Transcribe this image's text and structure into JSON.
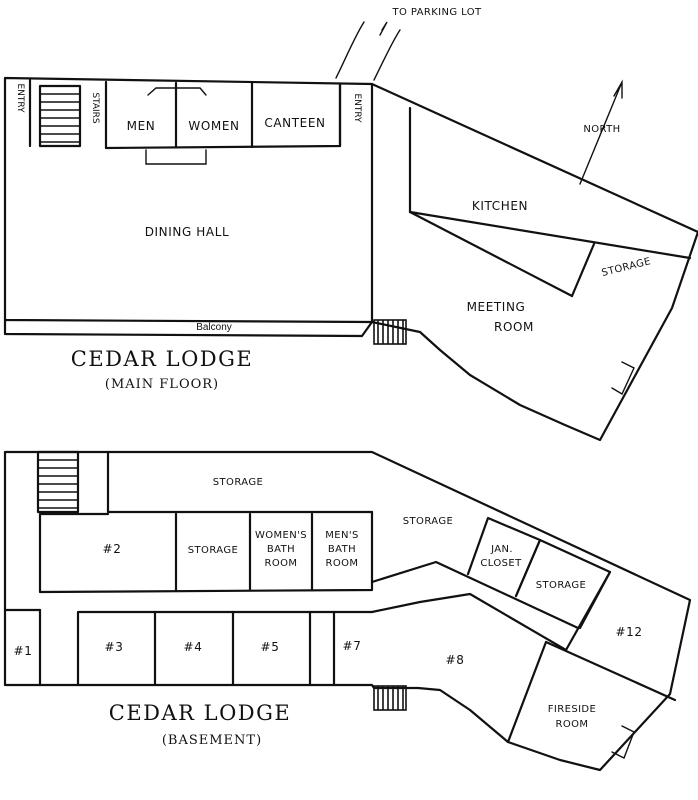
{
  "main_floor": {
    "title": "CEDAR LODGE",
    "subtitle": "(MAIN FLOOR)",
    "rooms": {
      "entry_left": "ENTRY",
      "stairs": "STAIRS",
      "men": "MEN",
      "women": "WOMEN",
      "canteen": "CANTEEN",
      "entry_right": "ENTRY",
      "dining_hall": "DINING HALL",
      "kitchen": "KITCHEN",
      "storage": "STORAGE",
      "meeting_line1": "MEETING",
      "meeting_line2": "ROOM",
      "balcony": "Balcony"
    },
    "parking": "TO PARKING LOT",
    "north": "NORTH"
  },
  "basement": {
    "title": "CEDAR LODGE",
    "subtitle": "(BASEMENT)",
    "rooms": {
      "storage_top": "STORAGE",
      "room2": "#2",
      "storage_mid": "STORAGE",
      "womens_l1": "WOMEN'S",
      "womens_l2": "BATH",
      "womens_l3": "ROOM",
      "mens_l1": "MEN'S",
      "mens_l2": "BATH",
      "mens_l3": "ROOM",
      "storage_right": "STORAGE",
      "jan_l1": "JAN.",
      "jan_l2": "CLOSET",
      "storage_small": "STORAGE",
      "room1": "#1",
      "room3": "#3",
      "room4": "#4",
      "room5": "#5",
      "room7": "#7",
      "room8": "#8",
      "room12": "#12",
      "fireside_l1": "FIRESIDE",
      "fireside_l2": "ROOM"
    }
  }
}
